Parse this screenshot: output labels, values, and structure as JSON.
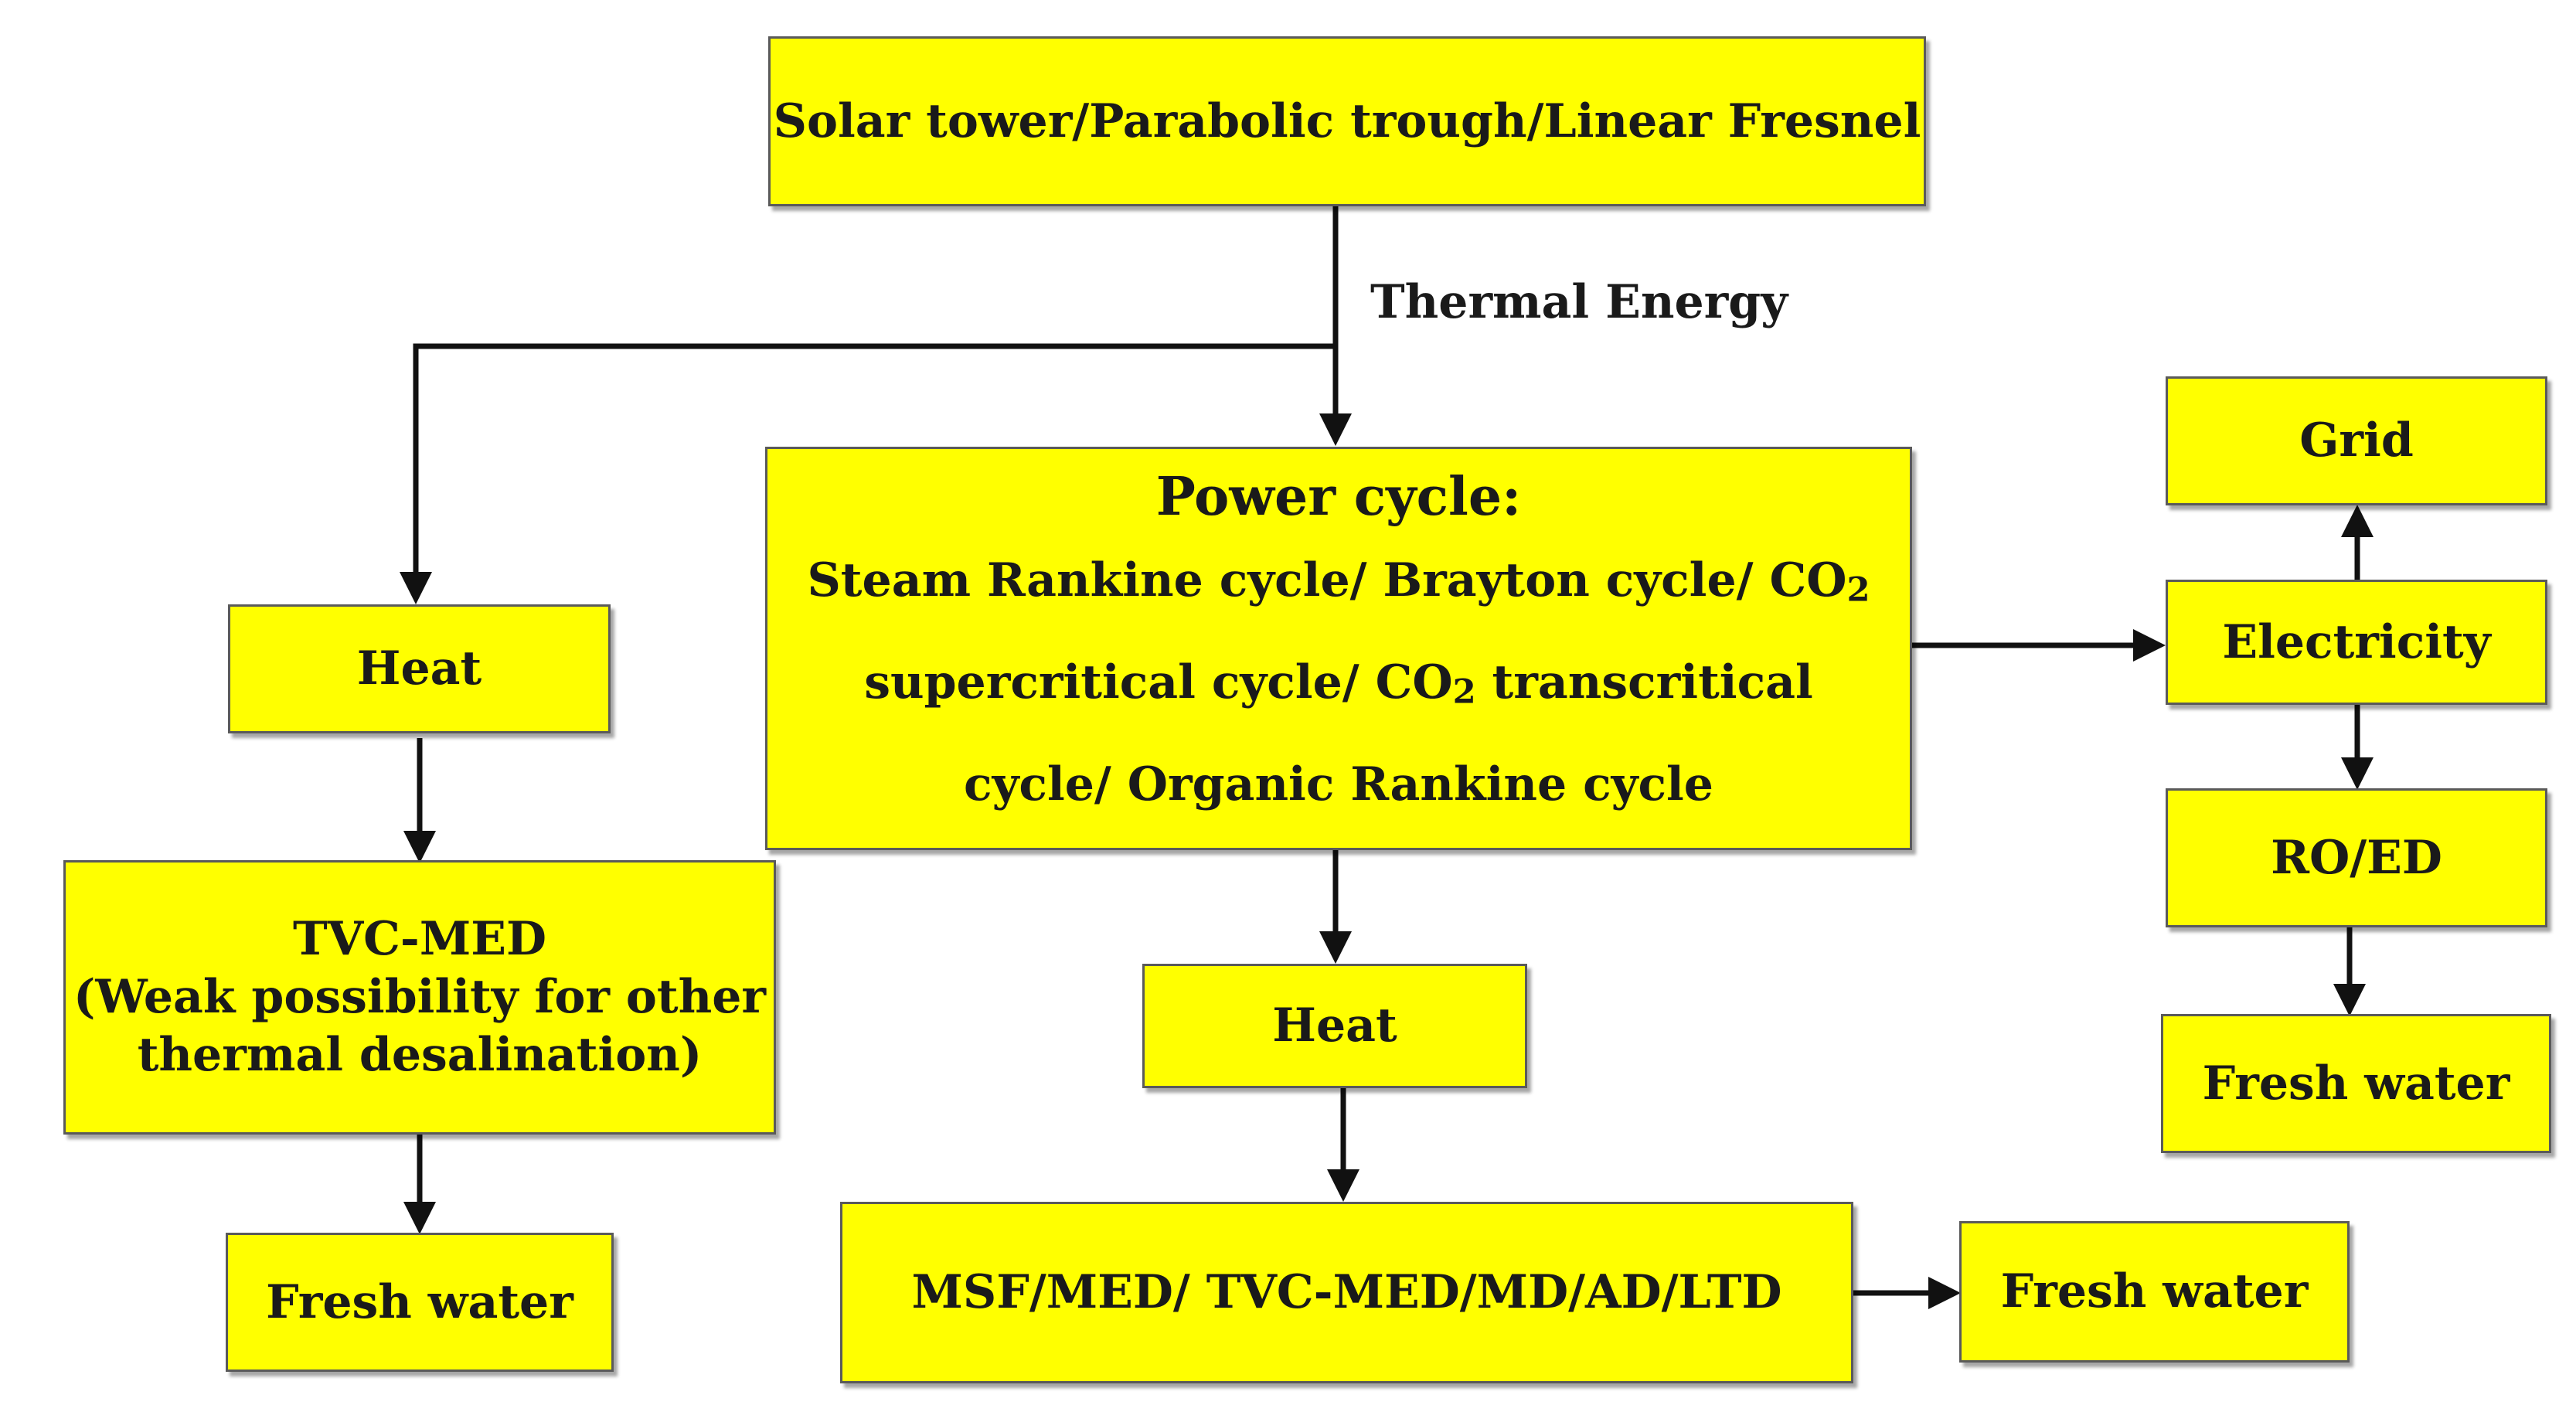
{
  "source": {
    "label": "Solar tower/Parabolic trough/Linear Fresnel"
  },
  "flow_label": "Thermal Energy",
  "power_cycle": {
    "title": "Power cycle:",
    "line1_pre": "Steam Rankine cycle/ Brayton cycle/ CO",
    "line1_sub": "2",
    "line2_pre": "supercritical cycle/ CO",
    "line2_sub": "2",
    "line2_post": " transcritical",
    "line3": "cycle/ Organic Rankine cycle"
  },
  "left_branch": {
    "heat": "Heat",
    "desal_line1": "TVC-MED",
    "desal_line2": "(Weak possibility for other",
    "desal_line3": "thermal desalination)",
    "fresh_water": "Fresh water"
  },
  "middle_branch": {
    "heat": "Heat",
    "desal": "MSF/MED/ TVC-MED/MD/AD/LTD",
    "fresh_water": "Fresh water"
  },
  "right_branch": {
    "grid": "Grid",
    "electricity": "Electricity",
    "ro_ed": "RO/ED",
    "fresh_water": "Fresh water"
  },
  "colors": {
    "box_fill": "#ffff00",
    "box_border": "#5a5a5a",
    "arrow": "#111111"
  }
}
